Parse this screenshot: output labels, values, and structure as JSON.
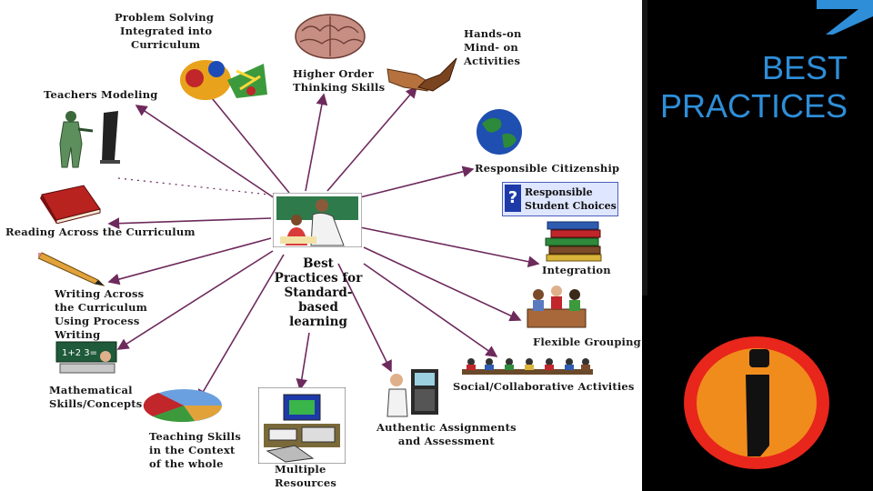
{
  "slide": {
    "title": "BEST\nPRACTICES",
    "accent_color": "#2e8ed8",
    "logo_colors": {
      "ring": "#e8261c",
      "inner": "#f08c1c",
      "letter": "#111111"
    }
  },
  "diagram": {
    "center": {
      "label": "Best Practices for Standard-based learning",
      "label_lines": [
        "Best",
        "Practices for",
        "Standard-",
        "based",
        "learning"
      ]
    },
    "nodes": [
      {
        "id": "problem-solving",
        "lines": [
          "Problem Solving",
          "Integrated into",
          "Curriculum"
        ]
      },
      {
        "id": "higher-order",
        "lines": [
          "Higher Order",
          "Thinking Skills"
        ]
      },
      {
        "id": "hands-on",
        "lines": [
          "Hands-on",
          "Mind- on",
          "Activities"
        ]
      },
      {
        "id": "teachers-modeling",
        "lines": [
          "Teachers Modeling"
        ]
      },
      {
        "id": "responsible-citizenship",
        "lines": [
          "Responsible Citizenship"
        ]
      },
      {
        "id": "responsible-choices",
        "lines": [
          "Responsible",
          "Student Choices"
        ]
      },
      {
        "id": "reading",
        "lines": [
          "Reading Across the Curriculum"
        ]
      },
      {
        "id": "integration",
        "lines": [
          "Integration"
        ]
      },
      {
        "id": "writing",
        "lines": [
          "Writing Across",
          "the Curriculum",
          "Using Process",
          "Writing"
        ]
      },
      {
        "id": "flexible-grouping",
        "lines": [
          "Flexible Grouping"
        ]
      },
      {
        "id": "social",
        "lines": [
          "Social/Collaborative Activities"
        ]
      },
      {
        "id": "mathematical",
        "lines": [
          "Mathematical",
          "Skills/Concepts"
        ]
      },
      {
        "id": "teaching-skills",
        "lines": [
          "Teaching Skills",
          "in the Context",
          "of the whole"
        ]
      },
      {
        "id": "authentic",
        "lines": [
          "Authentic Assignments",
          "and Assessment"
        ]
      },
      {
        "id": "multiple-resources",
        "lines": [
          "Multiple",
          "Resources"
        ]
      }
    ]
  }
}
